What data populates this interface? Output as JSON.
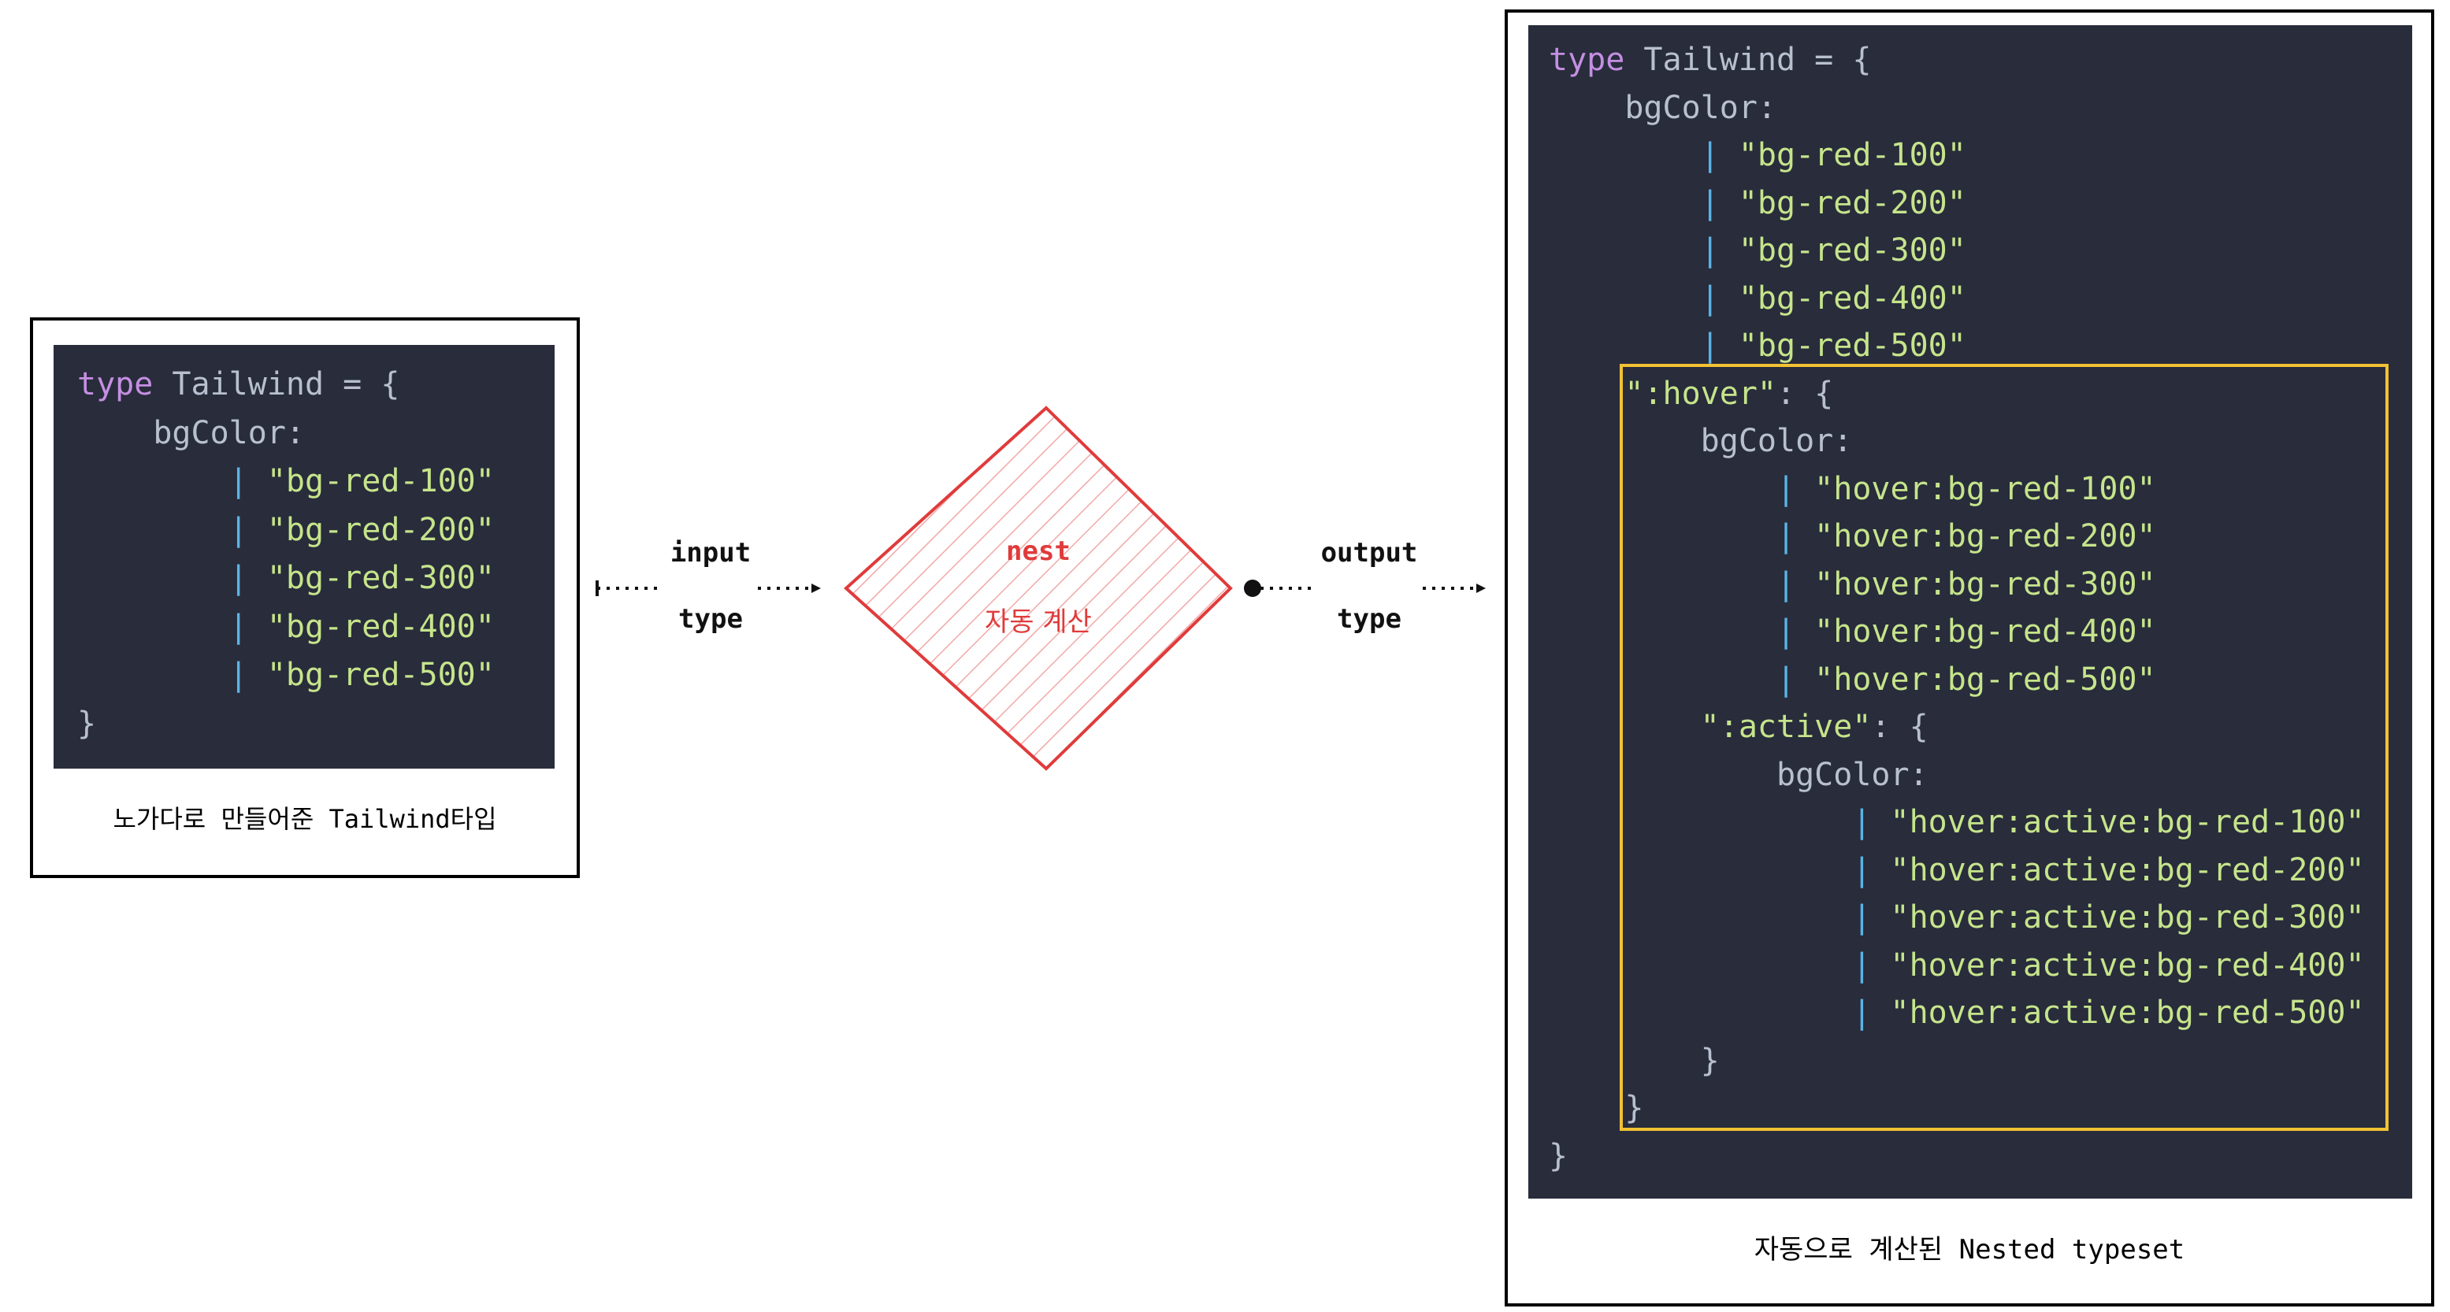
{
  "colors": {
    "panel_bg": "#282c3b",
    "keyword": "#c58fe2",
    "plain": "#b8c0d0",
    "string": "#c6e48b",
    "pipe": "#5bb3e6",
    "nest_red": "#e03b3b",
    "highlight": "#f1c232"
  },
  "left_box": {
    "code": [
      {
        "tokens": [
          {
            "t": "type",
            "c": "keyword"
          },
          {
            "t": " Tailwind = {",
            "c": "plain"
          }
        ]
      },
      {
        "tokens": [
          {
            "t": "    bgColor:",
            "c": "plain"
          }
        ]
      },
      {
        "tokens": [
          {
            "t": "        | ",
            "c": "pipe"
          },
          {
            "t": "\"bg-red-100\"",
            "c": "string"
          }
        ]
      },
      {
        "tokens": [
          {
            "t": "        | ",
            "c": "pipe"
          },
          {
            "t": "\"bg-red-200\"",
            "c": "string"
          }
        ]
      },
      {
        "tokens": [
          {
            "t": "        | ",
            "c": "pipe"
          },
          {
            "t": "\"bg-red-300\"",
            "c": "string"
          }
        ]
      },
      {
        "tokens": [
          {
            "t": "        | ",
            "c": "pipe"
          },
          {
            "t": "\"bg-red-400\"",
            "c": "string"
          }
        ]
      },
      {
        "tokens": [
          {
            "t": "        | ",
            "c": "pipe"
          },
          {
            "t": "\"bg-red-500\"",
            "c": "string"
          }
        ]
      },
      {
        "tokens": [
          {
            "t": "}",
            "c": "plain"
          }
        ]
      }
    ],
    "caption": "노가다로 만들어준 Tailwind타입"
  },
  "input_arrow": {
    "top_label": "input",
    "bottom_label": "type"
  },
  "nest_node": {
    "title": "nest",
    "subtitle": "자동 계산"
  },
  "output_arrow": {
    "top_label": "output",
    "bottom_label": "type"
  },
  "right_box": {
    "code": [
      {
        "tokens": [
          {
            "t": "type",
            "c": "keyword"
          },
          {
            "t": " Tailwind = {",
            "c": "plain"
          }
        ]
      },
      {
        "tokens": [
          {
            "t": "    bgColor:",
            "c": "plain"
          }
        ]
      },
      {
        "tokens": [
          {
            "t": "        | ",
            "c": "pipe"
          },
          {
            "t": "\"bg-red-100\"",
            "c": "string"
          }
        ]
      },
      {
        "tokens": [
          {
            "t": "        | ",
            "c": "pipe"
          },
          {
            "t": "\"bg-red-200\"",
            "c": "string"
          }
        ]
      },
      {
        "tokens": [
          {
            "t": "        | ",
            "c": "pipe"
          },
          {
            "t": "\"bg-red-300\"",
            "c": "string"
          }
        ]
      },
      {
        "tokens": [
          {
            "t": "        | ",
            "c": "pipe"
          },
          {
            "t": "\"bg-red-400\"",
            "c": "string"
          }
        ]
      },
      {
        "tokens": [
          {
            "t": "        | ",
            "c": "pipe"
          },
          {
            "t": "\"bg-red-500\"",
            "c": "string"
          }
        ]
      },
      {
        "tokens": [
          {
            "t": "    \":hover\"",
            "c": "string"
          },
          {
            "t": ": {",
            "c": "plain"
          }
        ]
      },
      {
        "tokens": [
          {
            "t": "        bgColor:",
            "c": "plain"
          }
        ]
      },
      {
        "tokens": [
          {
            "t": "            | ",
            "c": "pipe"
          },
          {
            "t": "\"hover:bg-red-100\"",
            "c": "string"
          }
        ]
      },
      {
        "tokens": [
          {
            "t": "            | ",
            "c": "pipe"
          },
          {
            "t": "\"hover:bg-red-200\"",
            "c": "string"
          }
        ]
      },
      {
        "tokens": [
          {
            "t": "            | ",
            "c": "pipe"
          },
          {
            "t": "\"hover:bg-red-300\"",
            "c": "string"
          }
        ]
      },
      {
        "tokens": [
          {
            "t": "            | ",
            "c": "pipe"
          },
          {
            "t": "\"hover:bg-red-400\"",
            "c": "string"
          }
        ]
      },
      {
        "tokens": [
          {
            "t": "            | ",
            "c": "pipe"
          },
          {
            "t": "\"hover:bg-red-500\"",
            "c": "string"
          }
        ]
      },
      {
        "tokens": [
          {
            "t": "        \":active\"",
            "c": "string"
          },
          {
            "t": ": {",
            "c": "plain"
          }
        ]
      },
      {
        "tokens": [
          {
            "t": "            bgColor:",
            "c": "plain"
          }
        ]
      },
      {
        "tokens": [
          {
            "t": "                | ",
            "c": "pipe"
          },
          {
            "t": "\"hover:active:bg-red-100\"",
            "c": "string"
          }
        ]
      },
      {
        "tokens": [
          {
            "t": "                | ",
            "c": "pipe"
          },
          {
            "t": "\"hover:active:bg-red-200\"",
            "c": "string"
          }
        ]
      },
      {
        "tokens": [
          {
            "t": "                | ",
            "c": "pipe"
          },
          {
            "t": "\"hover:active:bg-red-300\"",
            "c": "string"
          }
        ]
      },
      {
        "tokens": [
          {
            "t": "                | ",
            "c": "pipe"
          },
          {
            "t": "\"hover:active:bg-red-400\"",
            "c": "string"
          }
        ]
      },
      {
        "tokens": [
          {
            "t": "                | ",
            "c": "pipe"
          },
          {
            "t": "\"hover:active:bg-red-500\"",
            "c": "string"
          }
        ]
      },
      {
        "tokens": [
          {
            "t": "        }",
            "c": "plain"
          }
        ]
      },
      {
        "tokens": [
          {
            "t": "    }",
            "c": "plain"
          }
        ]
      },
      {
        "tokens": [
          {
            "t": "}",
            "c": "plain"
          }
        ]
      }
    ],
    "caption": "자동으로 계산된 Nested typeset"
  }
}
